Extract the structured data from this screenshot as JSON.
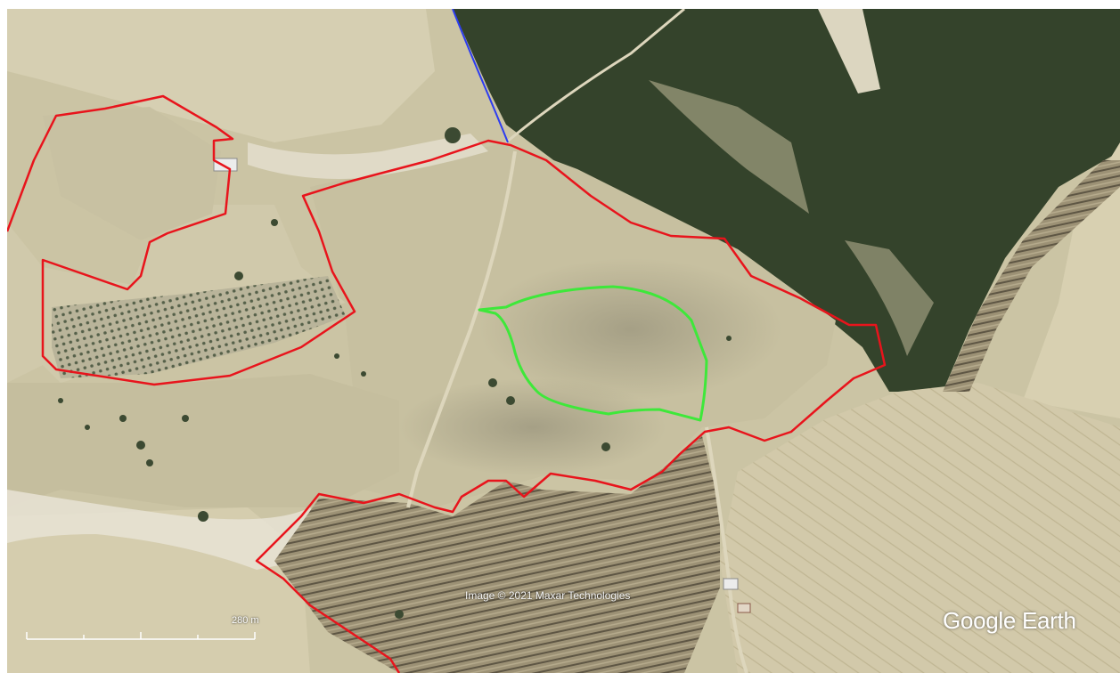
{
  "map": {
    "attribution": "Image © 2021 Maxar Technologies",
    "brand": "Google Earth",
    "scale_label": "280 m",
    "colors": {
      "boundary_outline": "#e8141c",
      "inner_zone_outline": "#3ee83a",
      "path_line": "#2d3df0",
      "farmland": "#cbc4a4",
      "forest": "#34432b"
    }
  }
}
